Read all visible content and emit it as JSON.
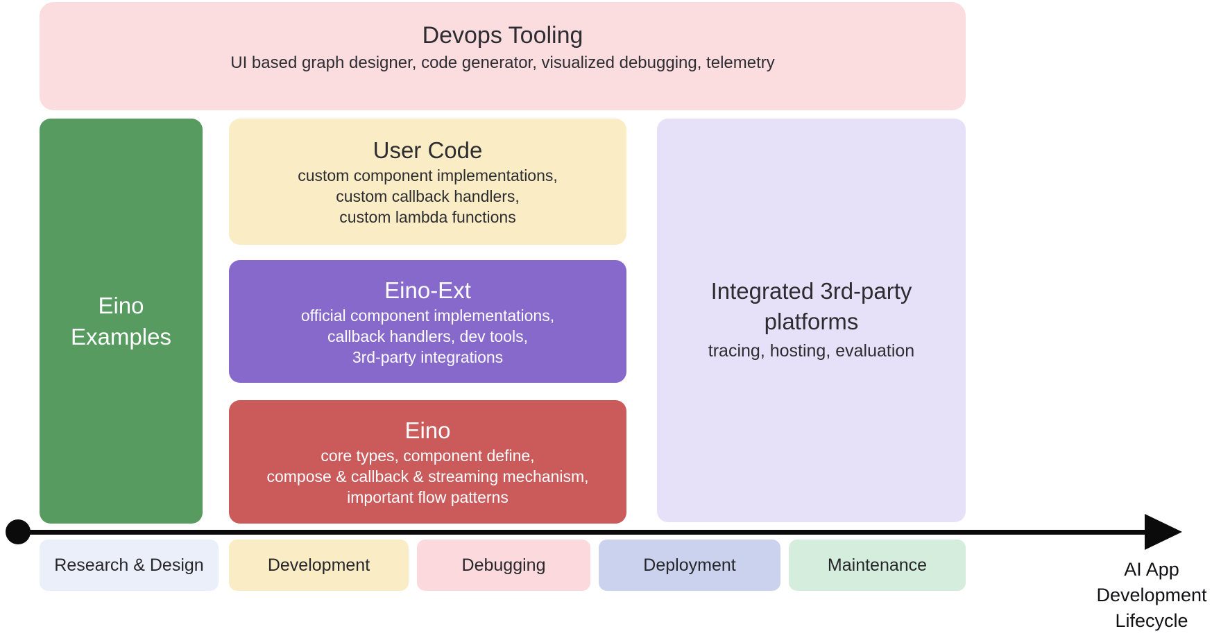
{
  "devops": {
    "title": "Devops Tooling",
    "subtitle": "UI based graph designer, code generator, visualized debugging, telemetry"
  },
  "examples": {
    "lines": [
      "Eino",
      "Examples"
    ]
  },
  "user_code": {
    "title": "User Code",
    "lines": [
      "custom component implementations,",
      "custom callback handlers,",
      "custom lambda functions"
    ]
  },
  "eino_ext": {
    "title": "Eino-Ext",
    "lines": [
      "official component implementations,",
      "callback handlers, dev tools,",
      "3rd-party integrations"
    ]
  },
  "eino_core": {
    "title": "Eino",
    "lines": [
      "core types, component define,",
      "compose & callback & streaming mechanism,",
      "important flow patterns"
    ]
  },
  "platforms": {
    "title_lines": [
      "Integrated 3rd-party",
      "platforms"
    ],
    "subtitle": "tracing, hosting, evaluation"
  },
  "timeline": {
    "stages": [
      {
        "label": "Research & Design",
        "color": "#eaeff9"
      },
      {
        "label": "Development",
        "color": "#faecc4"
      },
      {
        "label": "Debugging",
        "color": "#fbd9dc"
      },
      {
        "label": "Deployment",
        "color": "#cbd2ed"
      },
      {
        "label": "Maintenance",
        "color": "#d5eddc"
      }
    ],
    "axis_label_lines": [
      "AI App",
      "Development",
      "Lifecycle"
    ]
  },
  "colors": {
    "devops_box": "#fbdde0",
    "examples_box": "#579b61",
    "user_code_box": "#faecc4",
    "eino_ext_box": "#8669cb",
    "eino_core_box": "#cb5a5b",
    "platforms_box": "#e6e1f8",
    "axis": "#0b0b0b",
    "text_dark": "#2c2c31",
    "text_light": "#fdfdfe"
  }
}
